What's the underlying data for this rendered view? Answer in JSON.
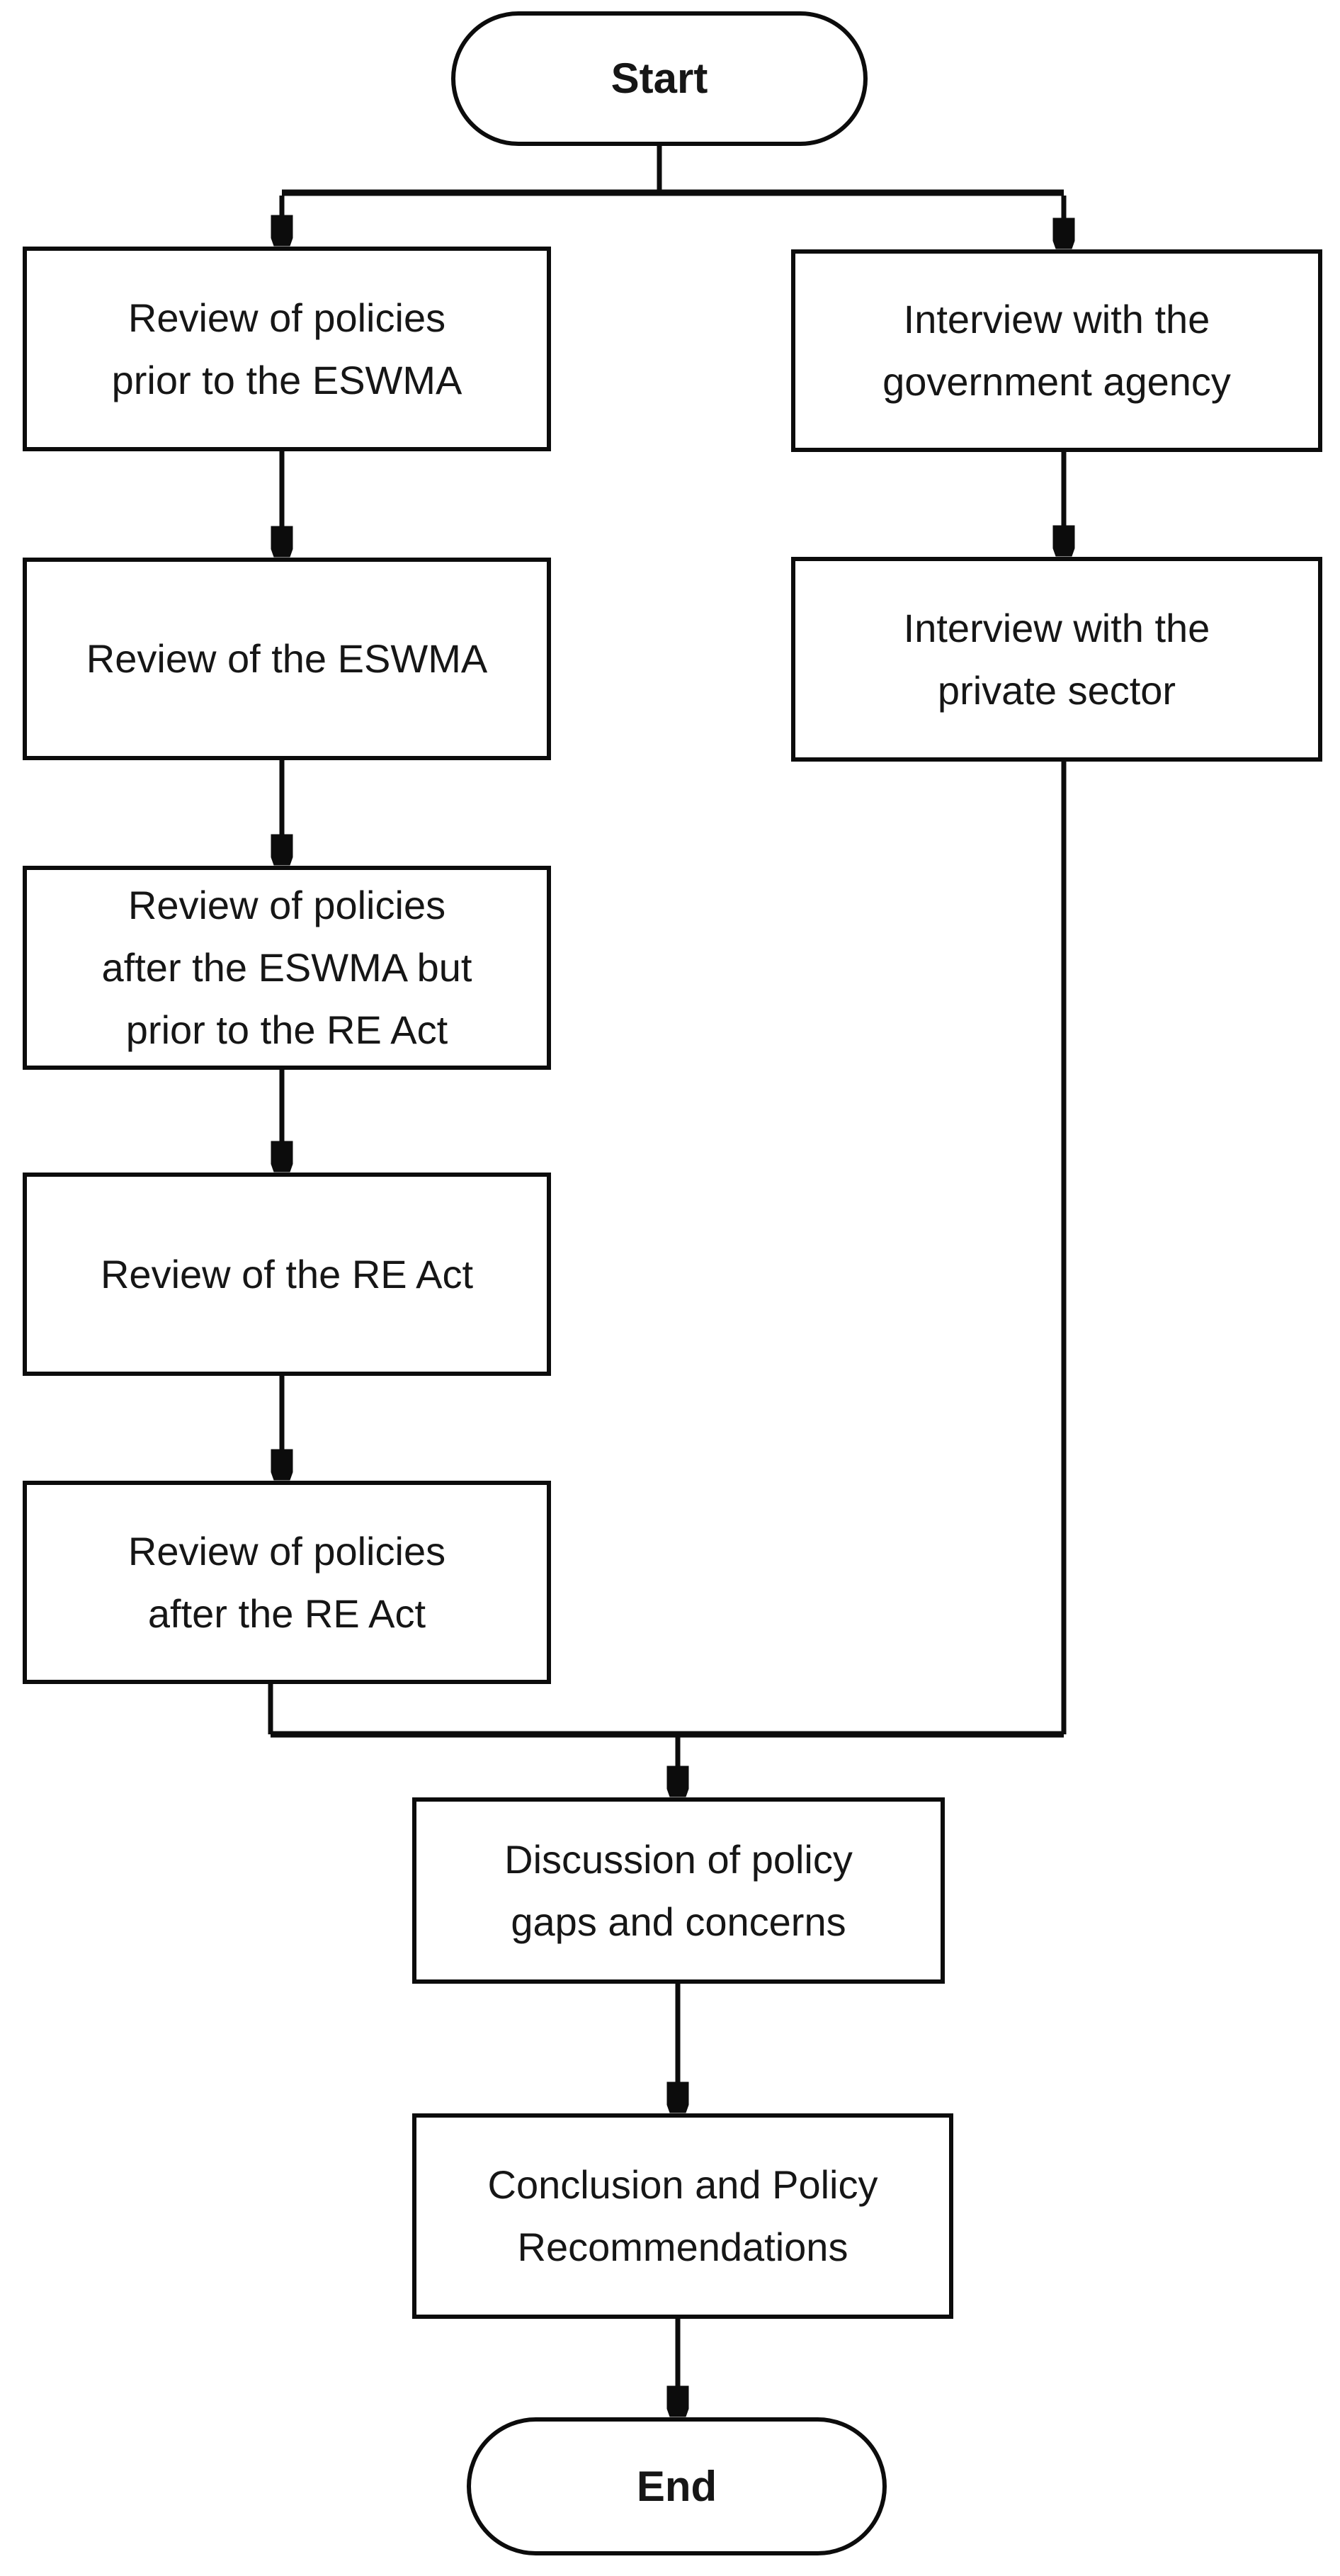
{
  "colors": {
    "background": "#ffffff",
    "stroke": "#0c0c0c",
    "text": "#161616"
  },
  "flowchart": {
    "start": {
      "label": "Start"
    },
    "end": {
      "label": "End"
    },
    "left_branch": [
      {
        "id": "review-prior-eswma",
        "lines": [
          "Review of policies",
          "prior to the ESWMA"
        ]
      },
      {
        "id": "review-eswma",
        "lines": [
          "Review of the ESWMA"
        ]
      },
      {
        "id": "review-after-eswma-prior-re-act",
        "lines": [
          "Review of policies",
          "after the ESWMA but",
          "prior to the RE Act"
        ]
      },
      {
        "id": "review-re-act",
        "lines": [
          "Review of the RE Act"
        ]
      },
      {
        "id": "review-after-re-act",
        "lines": [
          "Review of policies",
          "after the RE Act"
        ]
      }
    ],
    "right_branch": [
      {
        "id": "interview-government",
        "lines": [
          "Interview with the",
          "government agency"
        ]
      },
      {
        "id": "interview-private",
        "lines": [
          "Interview with the",
          "private sector"
        ]
      }
    ],
    "merged": [
      {
        "id": "discussion",
        "lines": [
          "Discussion of policy",
          "gaps and concerns"
        ]
      },
      {
        "id": "conclusion",
        "lines": [
          "Conclusion and Policy",
          "Recommendations"
        ]
      }
    ]
  }
}
